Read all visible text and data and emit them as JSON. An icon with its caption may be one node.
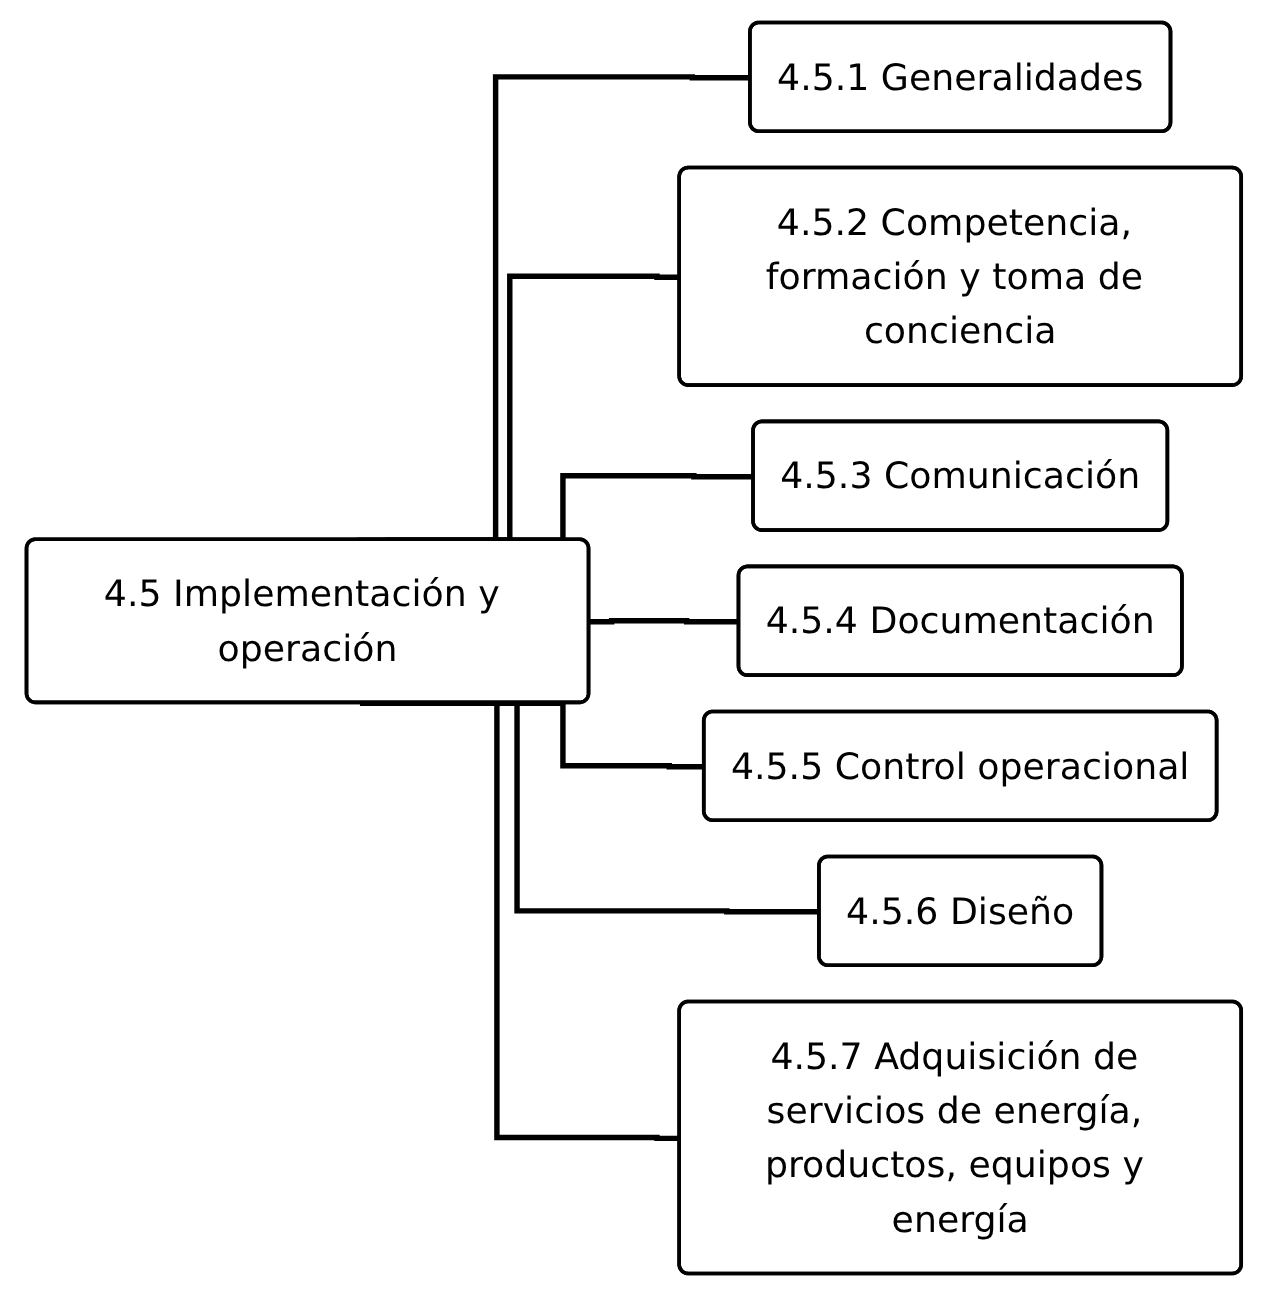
{
  "diagram": {
    "nodes": [
      {
        "text": [
          "4.5 Implementación y operación"
        ]
      },
      {
        "text": [
          "4.5.1 Generalidades"
        ]
      },
      {
        "text": [
          "4.5.2 Competencia, formación y toma de conciencia"
        ]
      },
      {
        "text": [
          "4.5.3 Comunicación"
        ]
      },
      {
        "text": [
          "4.5.4 Documentación"
        ]
      },
      {
        "text": [
          "4.5.5 Control operacional"
        ]
      },
      {
        "text": [
          "4.5.6 Diseño"
        ]
      },
      {
        "text": [
          "4.5.7 Adquisición de servicios de energía, productos, equipos y energía"
        ]
      }
    ],
    "edges": [
      {
        "from": 0,
        "to": 1,
        "arrow": "none"
      },
      {
        "from": 0,
        "to": 2,
        "arrow": "none"
      },
      {
        "from": 0,
        "to": 3,
        "arrow": "none"
      },
      {
        "from": 0,
        "to": 4,
        "arrow": "none"
      },
      {
        "from": 0,
        "to": 5,
        "arrow": "none"
      },
      {
        "from": 0,
        "to": 6,
        "arrow": "none"
      },
      {
        "from": 0,
        "to": 7,
        "arrow": "none"
      }
    ]
  }
}
